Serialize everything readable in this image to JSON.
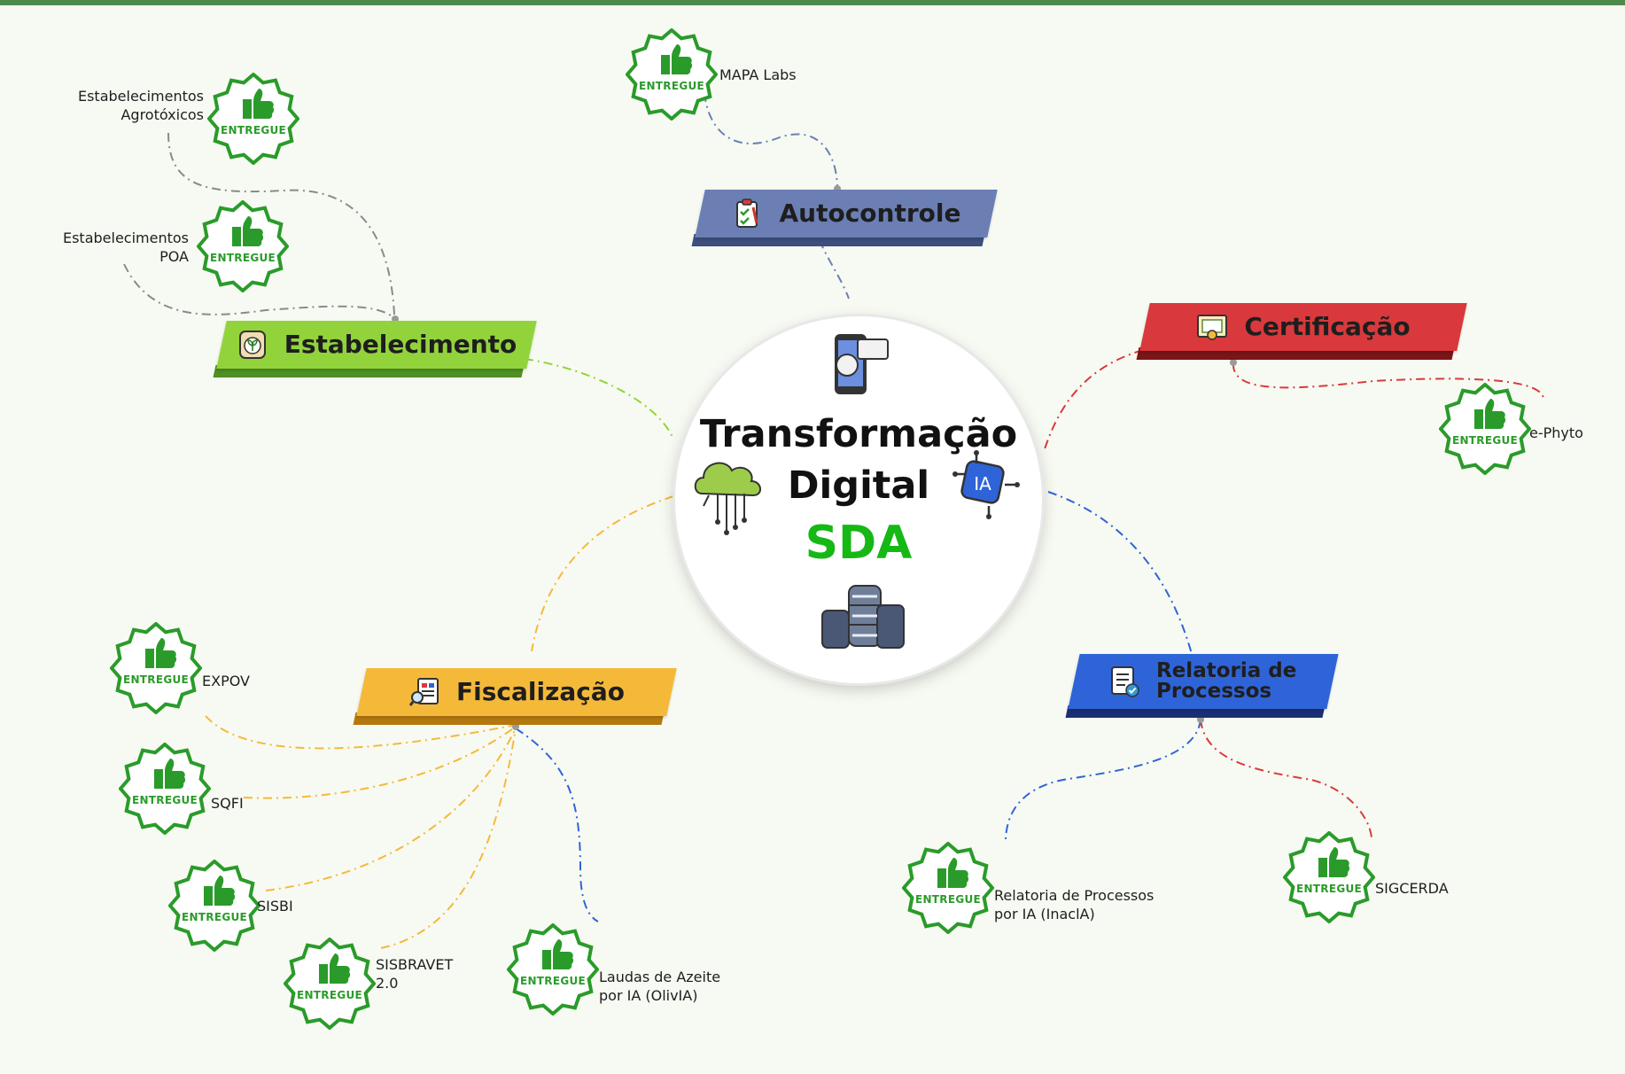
{
  "center": {
    "title_line1": "Transformação",
    "title_line2": "Digital",
    "title_line3": "SDA",
    "ia_label": "IA"
  },
  "colors": {
    "brand_green": "#16b816",
    "badge_green": "#2a9b2a",
    "autocontrole": "#6b7fb5",
    "certificacao": "#d9393c",
    "estabelecimento": "#92d33b",
    "fiscalizacao": "#f5b93a",
    "relatoria": "#2f64d8"
  },
  "branches": {
    "autocontrole": {
      "label": "Autocontrole",
      "icon": "clipboard-checklist-icon"
    },
    "certificacao": {
      "label": "Certificação",
      "icon": "certificate-icon"
    },
    "estabelecimento": {
      "label": "Estabelecimento",
      "icon": "seed-bag-icon"
    },
    "fiscalizacao": {
      "label": "Fiscalização",
      "icon": "inspection-report-icon"
    },
    "relatoria": {
      "label": "Relatoria de Processos",
      "icon": "checklist-approved-icon"
    }
  },
  "badge_text": "ENTREGUE",
  "deliveries": {
    "mapa_labs": "MAPA Labs",
    "agrotoxicos": "Estabelecimentos Agrotóxicos",
    "poa": "Estabelecimentos POA",
    "ephyto": "e-Phyto",
    "expov": "EXPOV",
    "sqfi": "SQFI",
    "sisbi": "SISBI",
    "sisbravet": "SISBRAVET 2.0",
    "laudas": "Laudas de Azeite por IA (OlivIA)",
    "inacia": "Relatoria de Processos por IA (InaclA)",
    "sigcerda": "SIGCERDA"
  }
}
